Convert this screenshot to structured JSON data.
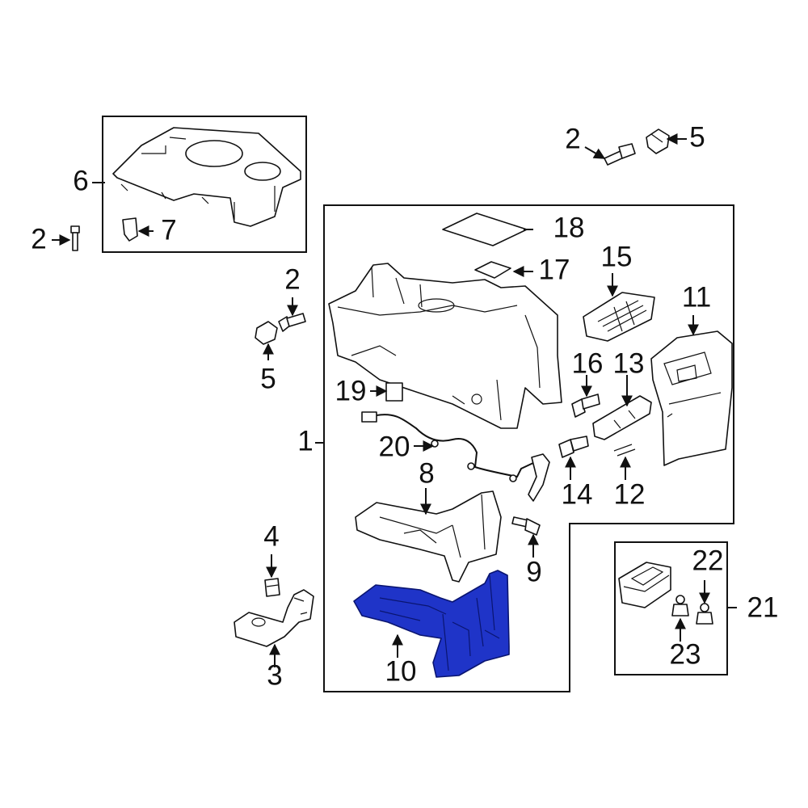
{
  "diagram": {
    "highlight_color": "#1f34c8",
    "callouts": {
      "c1": "1",
      "c2a": "2",
      "c2b": "2",
      "c2c": "2",
      "c3": "3",
      "c4": "4",
      "c5a": "5",
      "c5b": "5",
      "c6": "6",
      "c7": "7",
      "c8": "8",
      "c9": "9",
      "c10": "10",
      "c11": "11",
      "c12": "12",
      "c13": "13",
      "c14": "14",
      "c15": "15",
      "c16": "16",
      "c17": "17",
      "c18": "18",
      "c19": "19",
      "c20": "20",
      "c21": "21",
      "c22": "22",
      "c23": "23"
    },
    "highlighted_part": "10"
  }
}
